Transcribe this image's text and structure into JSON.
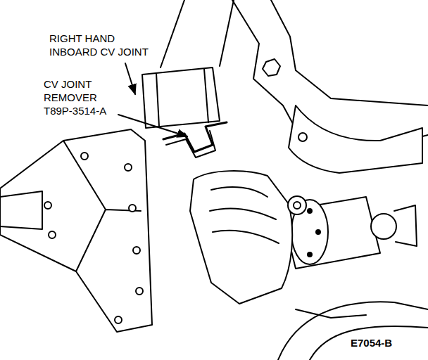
{
  "diagram": {
    "labels": [
      "RIGHT HAND INBOARD CV JOINT",
      "CV JOINT REMOVER T89P-3514-A",
      "E7054-B"
    ]
  }
}
